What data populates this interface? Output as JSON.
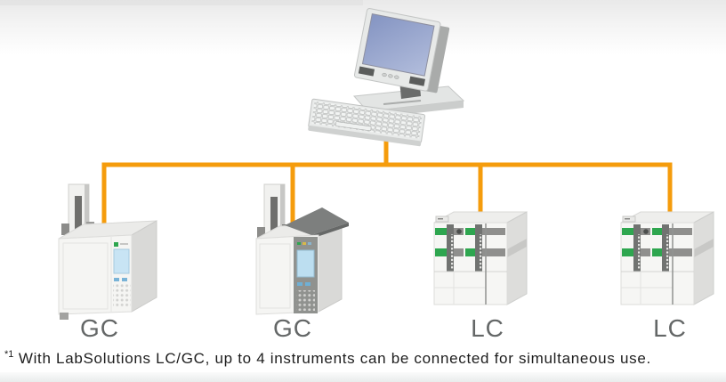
{
  "diagram": {
    "computer": {
      "name": "pc-workstation",
      "description": "desktop PC with CRT-style monitor and keyboard"
    },
    "connection": {
      "style": "tree-bus",
      "cable_icon": "network-cable"
    },
    "instruments": [
      {
        "id": "gc-1",
        "label": "GC",
        "icon": "gc-instrument-icon"
      },
      {
        "id": "gc-2",
        "label": "GC",
        "icon": "gc-instrument-icon"
      },
      {
        "id": "lc-1",
        "label": "LC",
        "icon": "lc-instrument-icon"
      },
      {
        "id": "lc-2",
        "label": "LC",
        "icon": "lc-instrument-icon"
      }
    ],
    "colors": {
      "cable_orange": "#F59C0C",
      "label_gray": "#646767",
      "footnote_black": "#1D1D1D",
      "screen_blue": "#8F9FC9",
      "lc_green": "#2EA64F",
      "background_top": "#E9E9E9"
    }
  },
  "footnote": {
    "marker": "*1",
    "text": " With LabSolutions LC/GC, up to 4 instruments can be connected for simultaneous use."
  }
}
